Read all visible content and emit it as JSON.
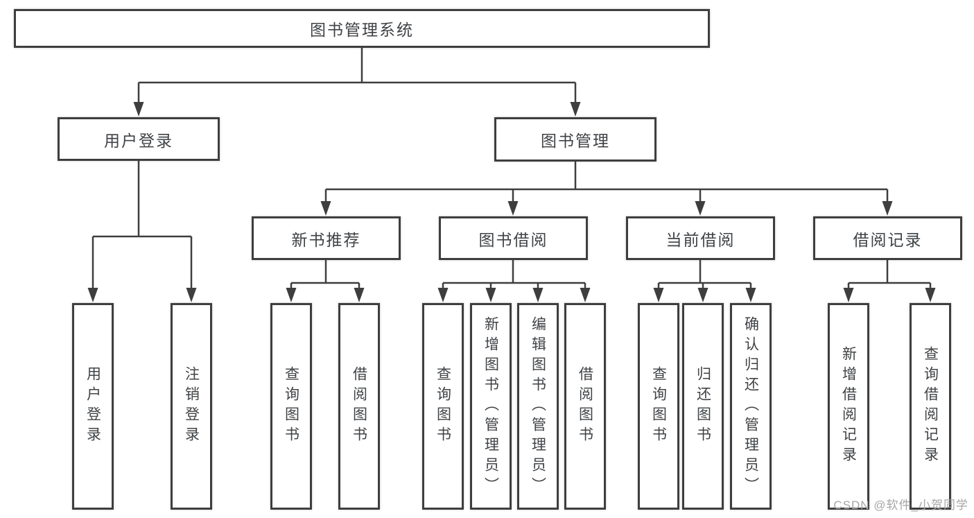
{
  "tree": {
    "label": "图书管理系统",
    "children": [
      {
        "label": "用户登录",
        "children": [
          {
            "label": "用户登录"
          },
          {
            "label": "注销登录"
          }
        ]
      },
      {
        "label": "图书管理",
        "children": [
          {
            "label": "新书推荐",
            "children": [
              {
                "label": "查询图书"
              },
              {
                "label": "借阅图书"
              }
            ]
          },
          {
            "label": "图书借阅",
            "children": [
              {
                "label": "查询图书"
              },
              {
                "label": "新增图书（管理员）"
              },
              {
                "label": "编辑图书（管理员）"
              },
              {
                "label": "借阅图书"
              }
            ]
          },
          {
            "label": "当前借阅",
            "children": [
              {
                "label": "查询图书"
              },
              {
                "label": "归还图书"
              },
              {
                "label": "确认归还（管理员）"
              }
            ]
          },
          {
            "label": "借阅记录",
            "children": [
              {
                "label": "新增借阅记录"
              },
              {
                "label": "查询借阅记录"
              }
            ]
          }
        ]
      }
    ]
  },
  "watermark": {
    "text": "CSDN @软件_小贺同学"
  },
  "colors": {
    "line": "#3e3e3e",
    "box_border": "#3e3e3e",
    "text": "#3f4245",
    "background": "#ffffff",
    "watermark": "#a6a6a6"
  }
}
